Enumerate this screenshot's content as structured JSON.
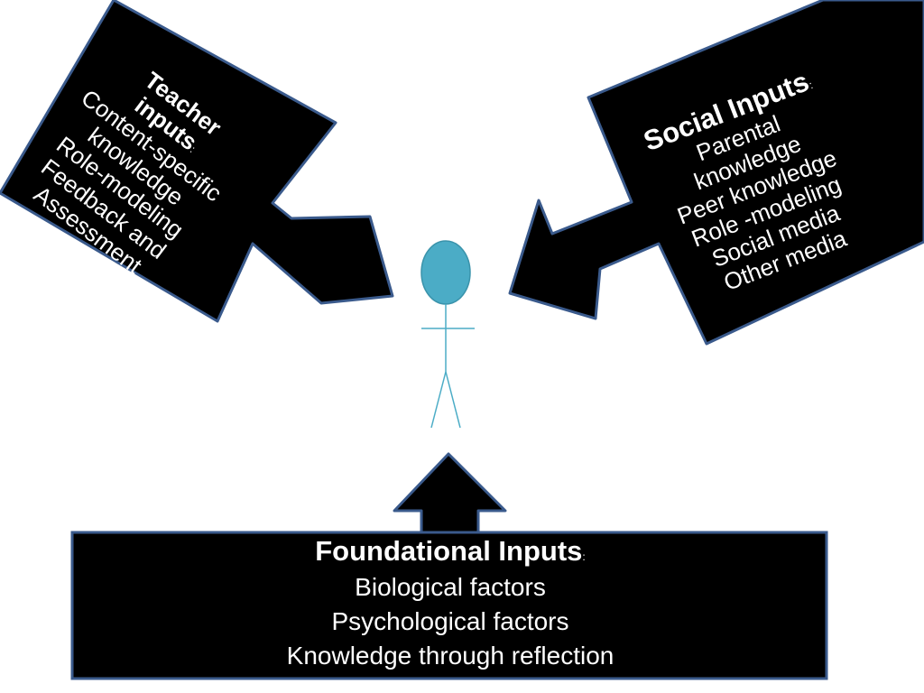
{
  "colors": {
    "box_fill": "#000000",
    "box_stroke": "#3a5a8c",
    "text": "#ffffff",
    "person_head": "#4bacc6",
    "person_stroke": "#4bacc6"
  },
  "teacher_inputs": {
    "title_line1": "Teacher",
    "title_line2": "inputs",
    "colon": ":",
    "items": [
      "Content-specific",
      "knowledge",
      "Role-modeling",
      "Feedback and",
      "Assessment"
    ]
  },
  "social_inputs": {
    "title": "Social Inputs",
    "colon": ":",
    "items": [
      "Parental",
      "knowledge",
      "Peer knowledge",
      "Role -modeling",
      "Social media",
      "Other media"
    ]
  },
  "foundational_inputs": {
    "title": "Foundational Inputs",
    "colon": ":",
    "items": [
      "Biological factors",
      "Psychological factors",
      "Knowledge through reflection"
    ]
  },
  "person": {
    "icon": "stick-figure-icon"
  }
}
